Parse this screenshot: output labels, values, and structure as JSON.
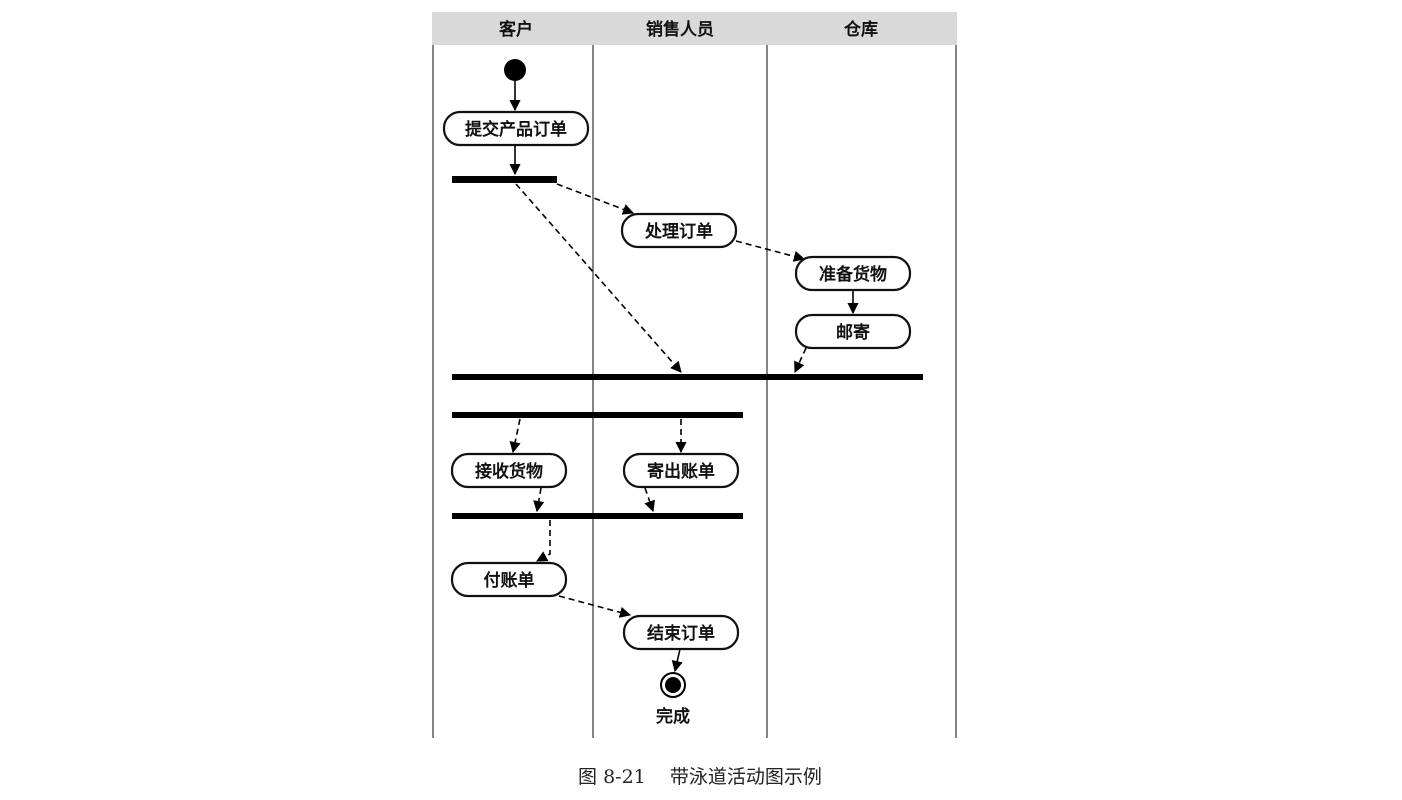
{
  "lanes": [
    "客户",
    "销售人员",
    "仓库"
  ],
  "nodes": {
    "submit_order": "提交产品订单",
    "process_order": "处理订单",
    "prepare_goods": "准备货物",
    "mail": "邮寄",
    "receive_goods": "接收货物",
    "send_bill": "寄出账单",
    "pay_bill": "付账单",
    "close_order": "结束订单"
  },
  "final_label": "完成",
  "caption": "图 8-21    带泳道活动图示例"
}
